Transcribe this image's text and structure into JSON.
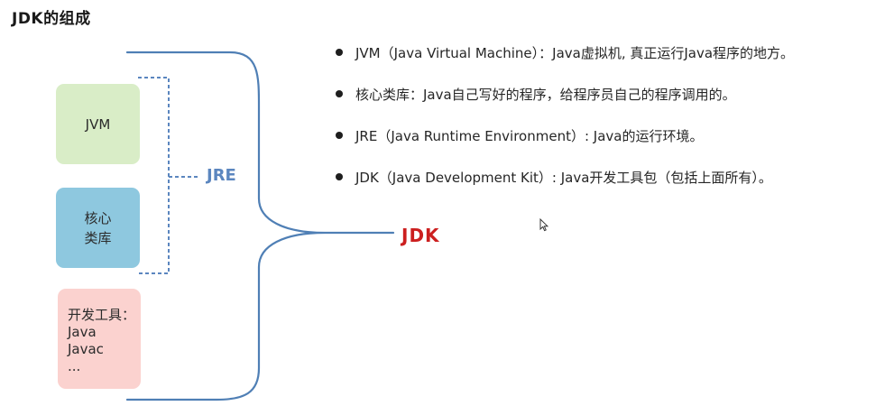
{
  "title": "JDK的组成",
  "boxes": {
    "jvm": "JVM",
    "core_lib": "核心类库",
    "tools": {
      "heading": "开发工具：",
      "items": [
        "Java",
        "Javac",
        "..."
      ]
    }
  },
  "labels": {
    "jre": "JRE",
    "jdk": "JDK"
  },
  "bullets": [
    "JVM（Java Virtual Machine）：Java虚拟机, 真正运行Java程序的地方。",
    "核心类库：Java自己写好的程序，给程序员自己的程序调用的。",
    "JRE（Java Runtime Environment）: Java的运行环境。",
    "JDK（Java Development Kit）: Java开发工具包（包括上面所有）。"
  ],
  "colors": {
    "jvm_box": "#d9edc7",
    "core_box": "#8ec8df",
    "tools_box": "#fbd2cf",
    "brace": "#4f7fb5",
    "jre_label": "#5b86bf",
    "jdk_label": "#cc1f1f"
  },
  "icons": {
    "cursor": "mouse-pointer-icon"
  }
}
